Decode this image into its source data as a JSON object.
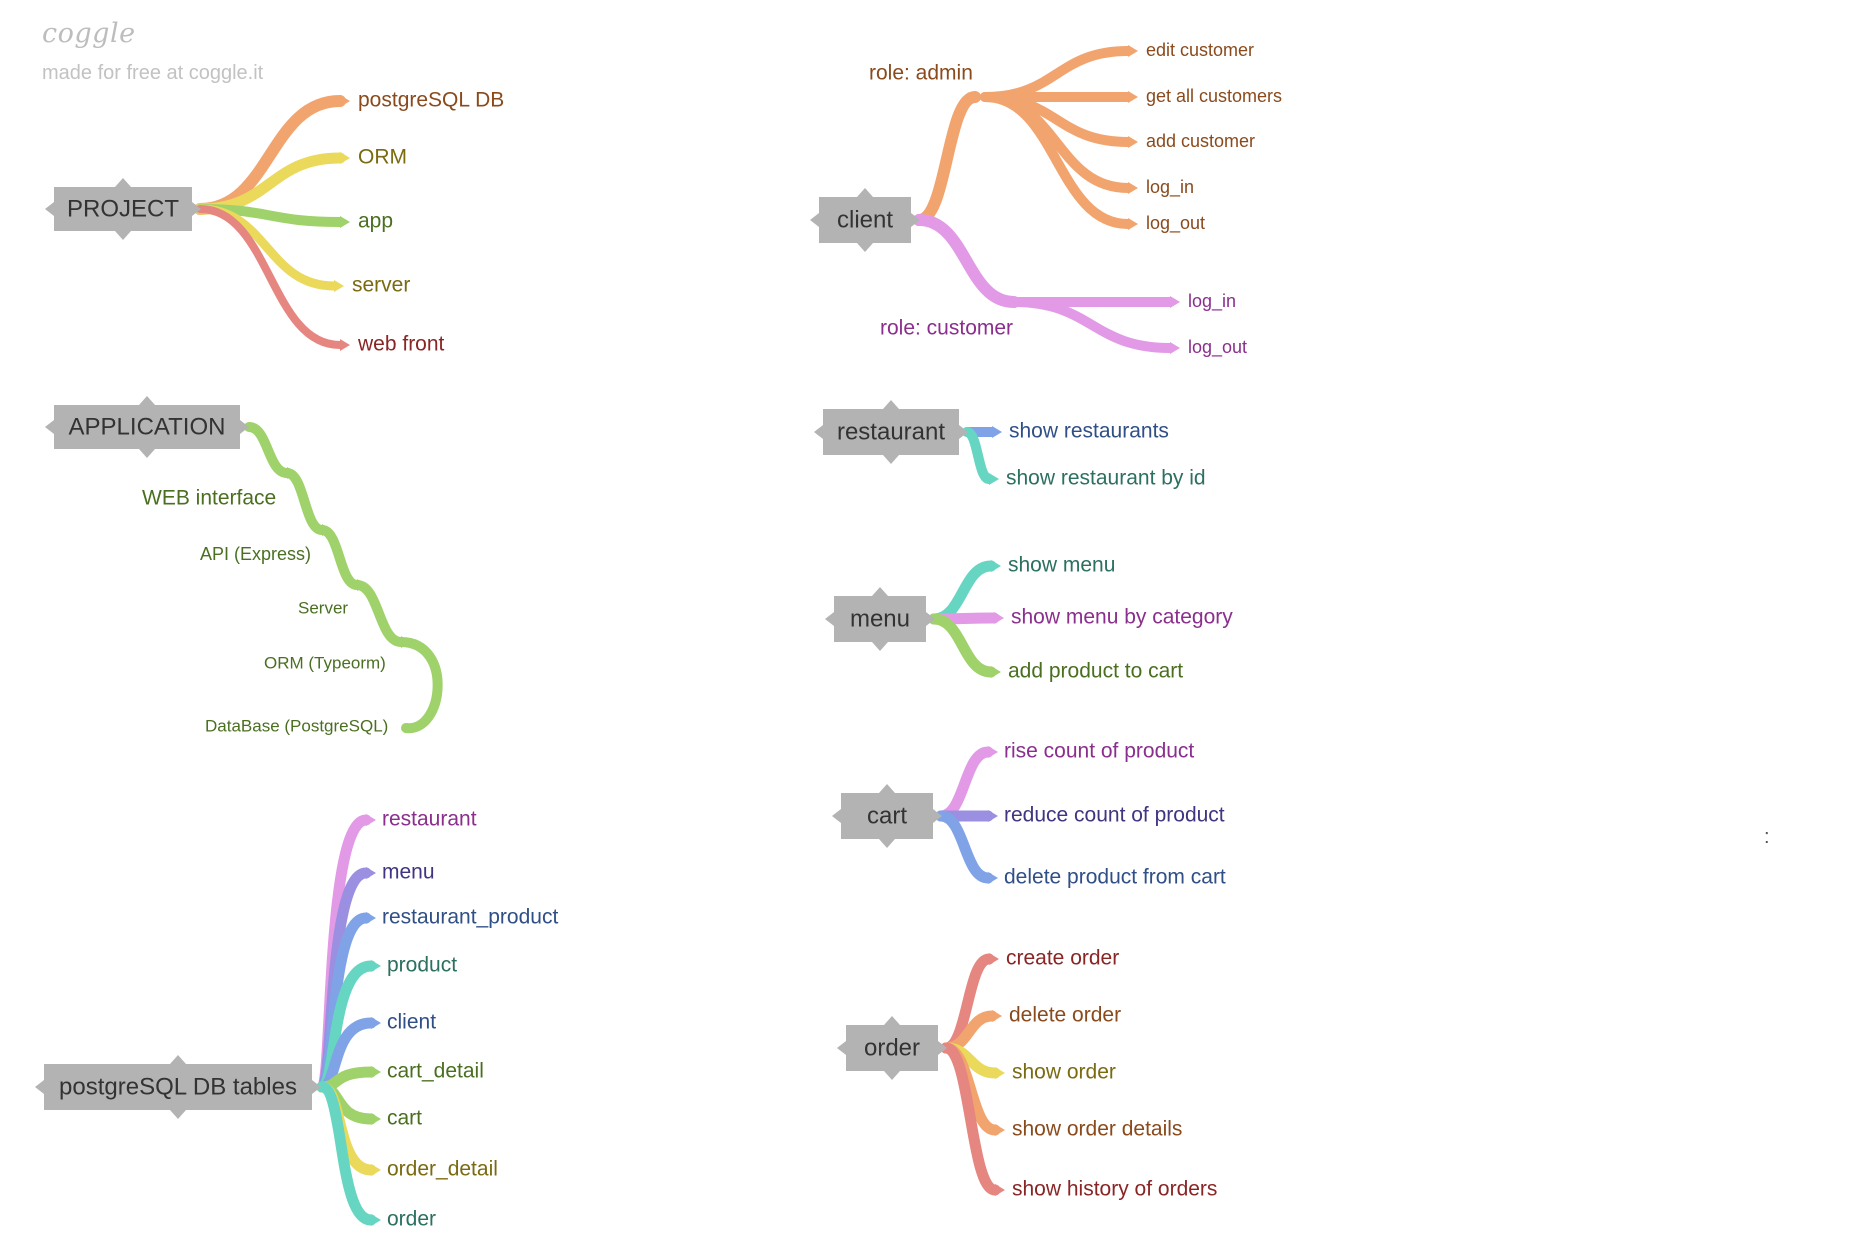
{
  "header": {
    "brand": "coggle",
    "tagline": "made for free at coggle.it"
  },
  "stray_text": ":",
  "colors": {
    "orange": "#f2a46e",
    "yellow": "#ead95a",
    "green": "#9fd26a",
    "red": "#e68681",
    "pink": "#e29ae6",
    "purple": "#9a8fe0",
    "blue": "#7fa3e6",
    "teal": "#66d6c2",
    "node_fill": "#b3b3b3",
    "node_text": "#333333",
    "text_orange": "#8a4a1c",
    "text_yellow": "#7a6a10",
    "text_green": "#4a6f20",
    "text_red": "#8a2525",
    "text_pink": "#8a2f8d",
    "text_purple": "#3f3580",
    "text_blue": "#2f4f86",
    "text_teal": "#2b7060"
  },
  "nodes": {
    "project": {
      "label": "PROJECT",
      "children": [
        {
          "label": "postgreSQL DB",
          "color": "orange"
        },
        {
          "label": "ORM",
          "color": "yellow"
        },
        {
          "label": "app",
          "color": "green"
        },
        {
          "label": "server",
          "color": "yellow"
        },
        {
          "label": "web front",
          "color": "red"
        }
      ]
    },
    "application": {
      "label": "APPLICATION",
      "chain": [
        "WEB interface",
        "API (Express)",
        "Server",
        "ORM (Typeorm)",
        "DataBase (PostgreSQL)"
      ]
    },
    "tables": {
      "label": "postgreSQL DB tables",
      "children": [
        {
          "label": "restaurant",
          "color": "pink"
        },
        {
          "label": "menu",
          "color": "purple"
        },
        {
          "label": "restaurant_product",
          "color": "blue"
        },
        {
          "label": "product",
          "color": "teal"
        },
        {
          "label": "client",
          "color": "blue"
        },
        {
          "label": "cart_detail",
          "color": "green"
        },
        {
          "label": "cart",
          "color": "green"
        },
        {
          "label": "order_detail",
          "color": "yellow"
        },
        {
          "label": "order",
          "color": "teal"
        }
      ]
    },
    "client": {
      "label": "client",
      "admin": {
        "label": "role: admin",
        "color": "orange",
        "children": [
          "edit customer",
          "get all customers",
          "add customer",
          "log_in",
          "log_out"
        ]
      },
      "customer": {
        "label": "role: customer",
        "color": "pink",
        "children": [
          "log_in",
          "log_out"
        ]
      }
    },
    "restaurant": {
      "label": "restaurant",
      "children": [
        {
          "label": "show restaurants",
          "color": "blue"
        },
        {
          "label": "show restaurant by id",
          "color": "teal"
        }
      ]
    },
    "menu": {
      "label": "menu",
      "children": [
        {
          "label": "show menu",
          "color": "teal"
        },
        {
          "label": "show menu by category",
          "color": "pink"
        },
        {
          "label": "add product to cart",
          "color": "green"
        }
      ]
    },
    "cart": {
      "label": "cart",
      "children": [
        {
          "label": "rise count of product",
          "color": "pink"
        },
        {
          "label": "reduce count of product",
          "color": "purple"
        },
        {
          "label": "delete product from cart",
          "color": "blue"
        }
      ]
    },
    "order": {
      "label": "order",
      "children": [
        {
          "label": "create order",
          "color": "red"
        },
        {
          "label": "delete order",
          "color": "orange"
        },
        {
          "label": "show order",
          "color": "yellow"
        },
        {
          "label": "show order details",
          "color": "orange"
        },
        {
          "label": "show history of orders",
          "color": "red"
        }
      ]
    }
  }
}
